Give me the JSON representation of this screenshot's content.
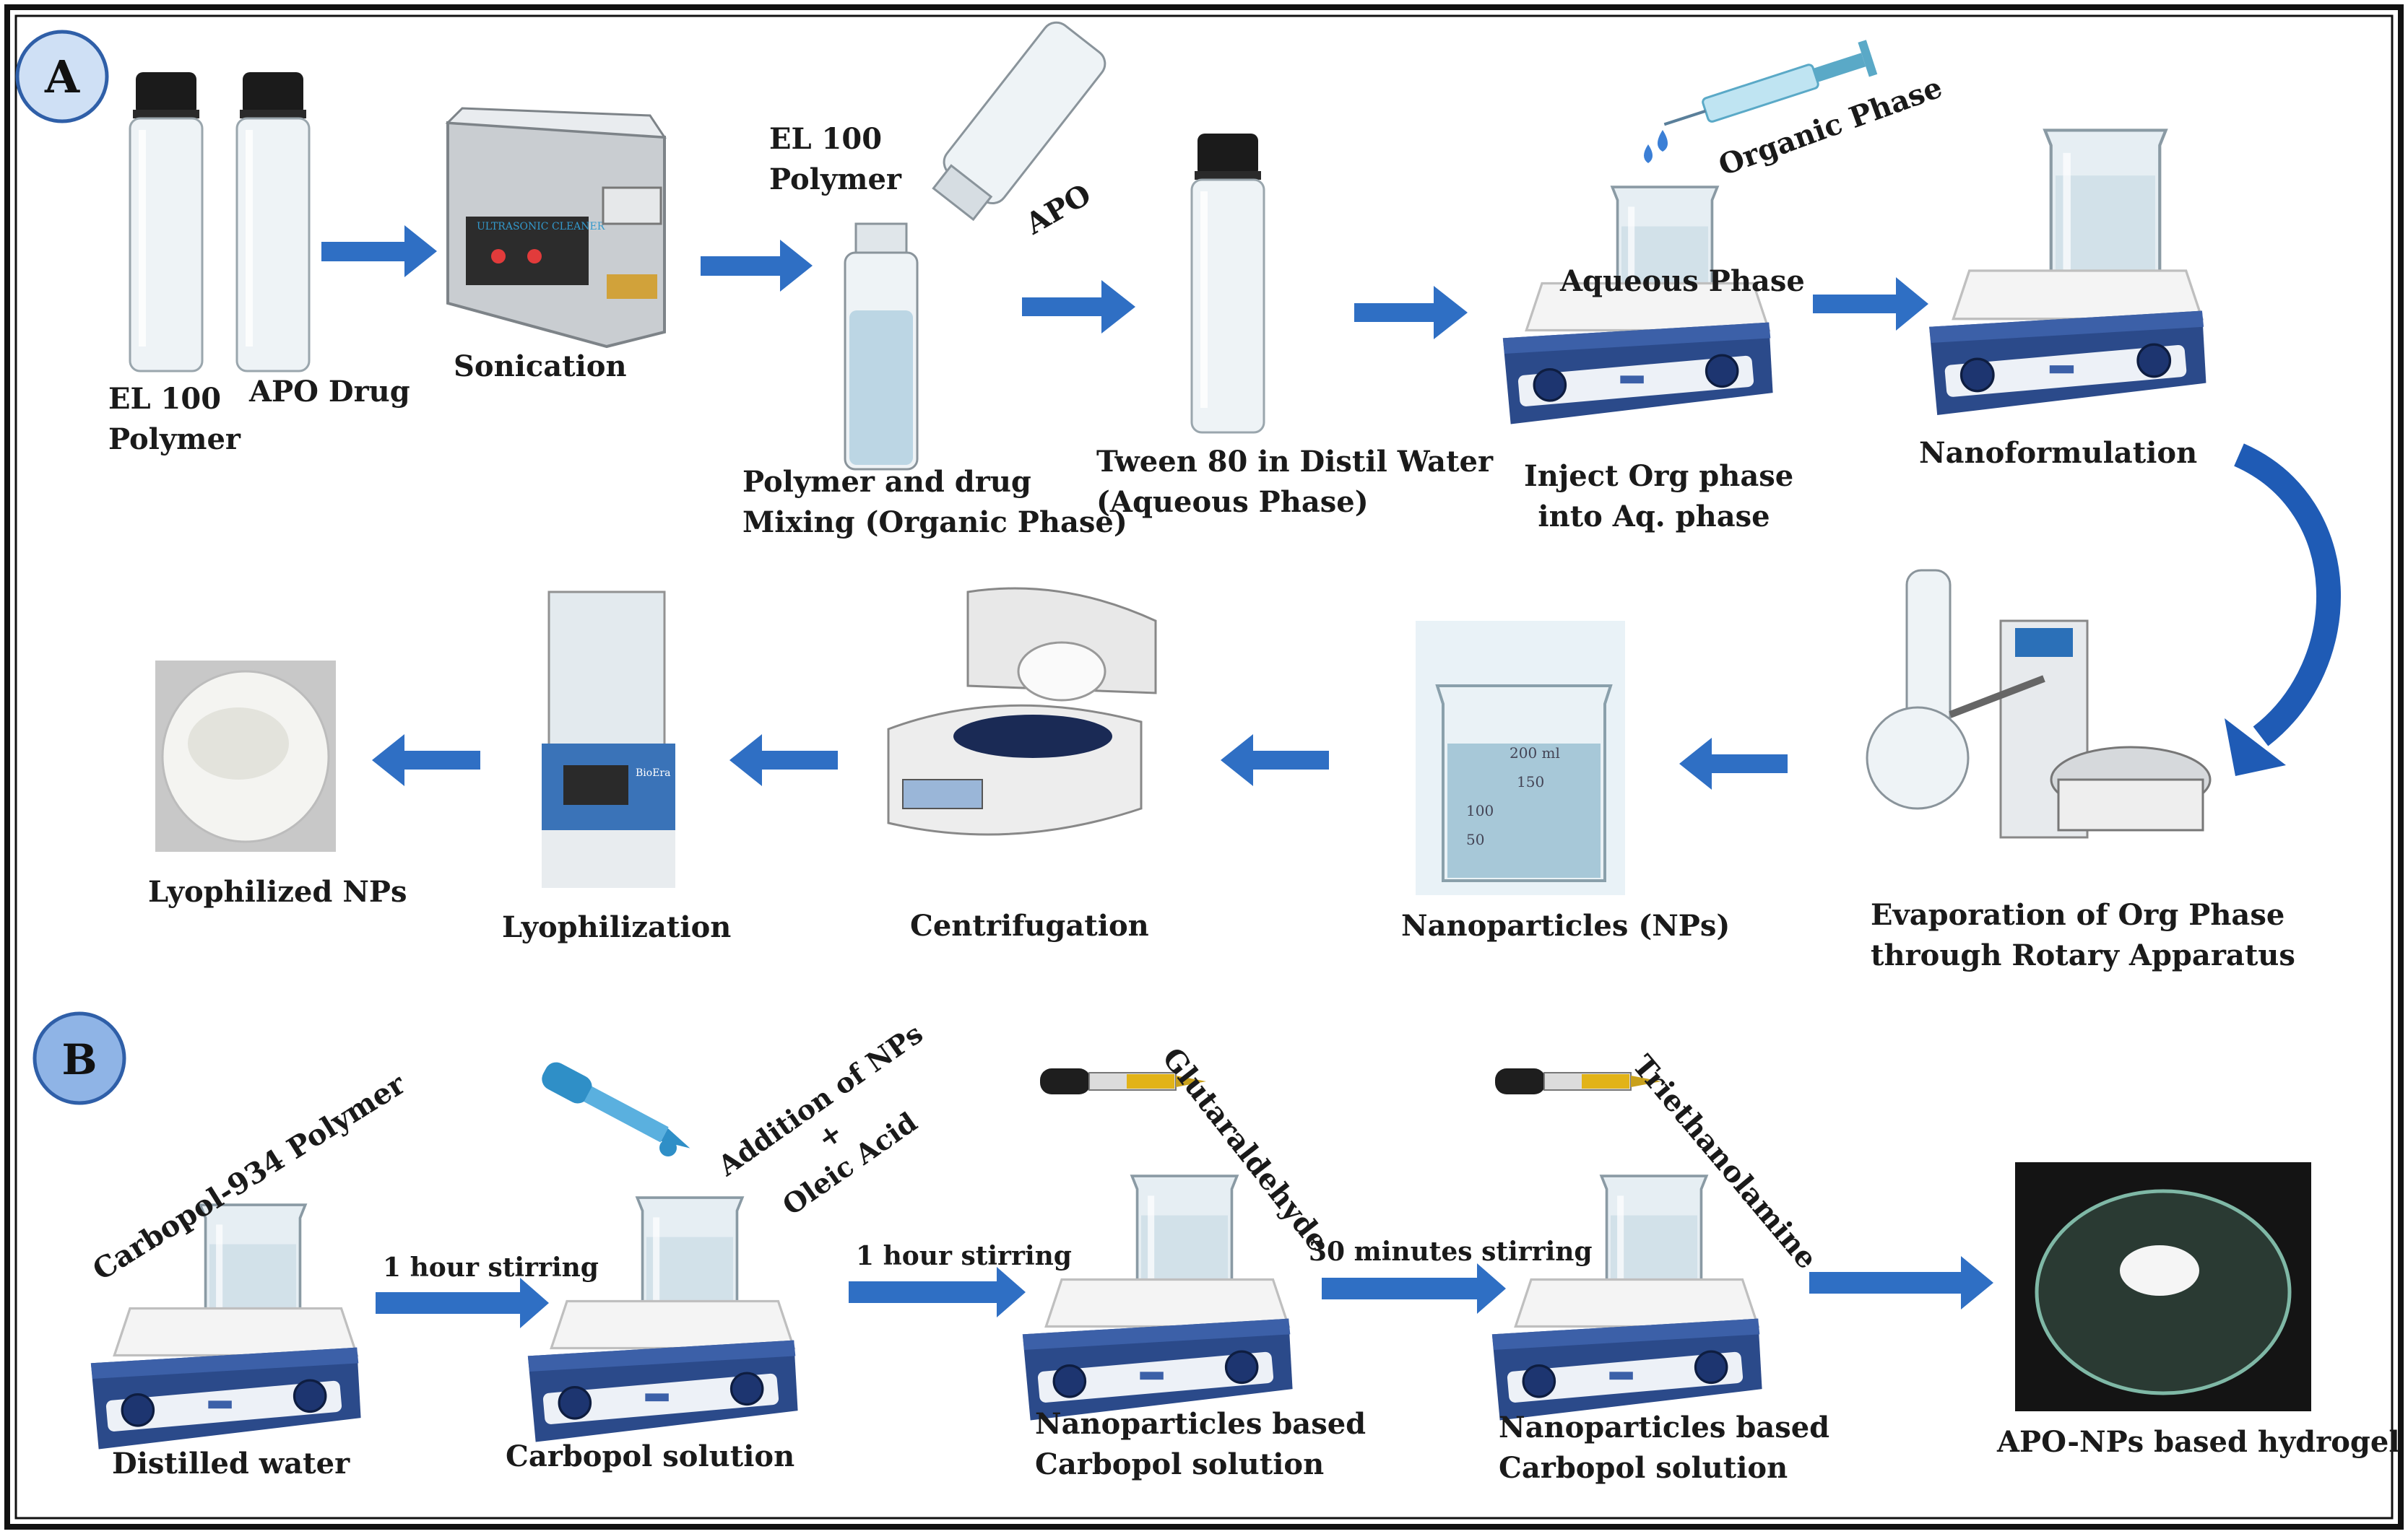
{
  "panel_a": {
    "badge": "A",
    "steps": {
      "el100_polymer": "EL 100\nPolymer",
      "apo_drug": "APO Drug",
      "sonication": "Sonication",
      "el100_polymer_top": "EL 100\nPolymer",
      "apo": "APO",
      "polymer_drug_mixing": "Polymer and drug\nMixing (Organic Phase)",
      "tween80": "Tween 80 in Distil Water\n(Aqueous Phase)",
      "organic_phase": "Organic Phase",
      "aqueous_phase": "Aqueous Phase",
      "inject": "Inject Org phase\ninto Aq. phase",
      "nanoformulation": "Nanoformulation",
      "evaporation": "Evaporation of Org Phase\nthrough Rotary Apparatus",
      "nanoparticles": "Nanoparticles (NPs)",
      "centrifugation": "Centrifugation",
      "lyophilization": "Lyophilization",
      "lyophilized_nps": "Lyophilized NPs"
    }
  },
  "panel_b": {
    "badge": "B",
    "steps": {
      "carbopol_polymer": "Carbopol-934 Polymer",
      "distilled_water": "Distilled water",
      "stir1": "1 hour stirring",
      "addition": "Addition of NPs\n+\nOleic Acid",
      "carbopol_solution": "Carbopol solution",
      "stir2": "1 hour stirring",
      "glutaraldehyde": "Glutaraldehyde",
      "np_carbopol_1": "Nanoparticles based\nCarbopol solution",
      "stir3": "30 minutes stirring",
      "triethanolamine": "Triethanolamine",
      "np_carbopol_2": "Nanoparticles based\nCarbopol solution",
      "hydrogel": "APO-NPs based hydrogel"
    }
  },
  "equipment_text": {
    "sonicator_panel": "ULTRASONIC CLEANER",
    "beaker_mark_200": "200 ml",
    "beaker_mark_150": "150",
    "beaker_mark_100": "100",
    "beaker_mark_50": "50",
    "lyophilizer_brand": "BioEra"
  },
  "colors": {
    "arrow": "#2f6fc4",
    "badge_fill": "#cfe0f5",
    "badge_b_fill": "#8fb4e6",
    "stirrer_body": "#2b4a8a",
    "border": "#111111"
  }
}
